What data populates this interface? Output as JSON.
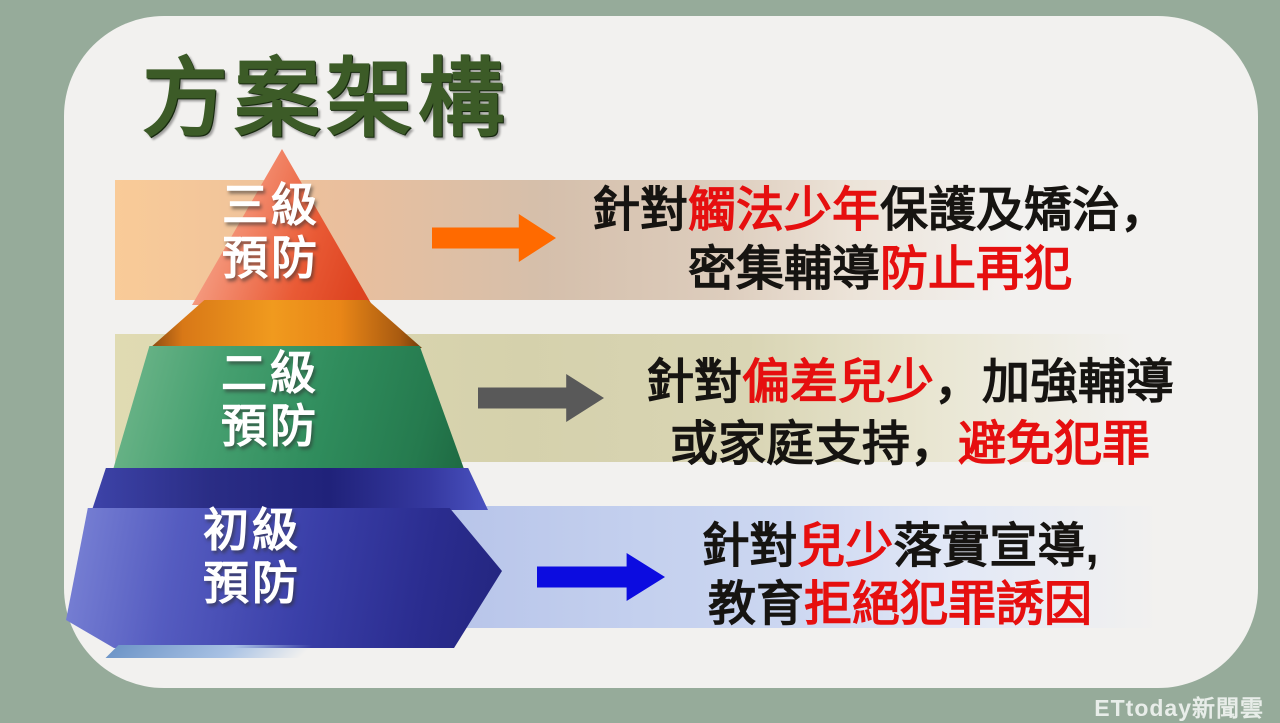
{
  "title": {
    "text": "方案架構",
    "color": "#3c5b27"
  },
  "watermark": {
    "text": "ETtoday新聞雲"
  },
  "colors": {
    "background": "#96ab9a",
    "card": "#f2f1ef",
    "highlight_text": "#e60f0f",
    "body_text": "#161411"
  },
  "pyramid": {
    "tiers": [
      {
        "name": "三級預防",
        "line1": "三級",
        "line2": "預防",
        "color": "#e95a35"
      },
      {
        "name": "二級預防",
        "line1": "二級",
        "line2": "預防",
        "color": "#2f8c5c"
      },
      {
        "name": "初級預防",
        "line1": "初級",
        "line2": "預防",
        "color": "#3a3fa8"
      }
    ]
  },
  "rows": [
    {
      "tier": "三級預防",
      "arrow_color": "#ff6a00",
      "band_color": "#f9cb98",
      "line1": [
        {
          "text": "針對"
        },
        {
          "text": "觸法少年",
          "red": true
        },
        {
          "text": "保護及矯治，"
        }
      ],
      "line2": [
        {
          "text": "密集輔導"
        },
        {
          "text": "防止再犯",
          "red": true
        }
      ]
    },
    {
      "tier": "二級預防",
      "arrow_color": "#595959",
      "band_color": "#e0dbb2",
      "line1": [
        {
          "text": "針對"
        },
        {
          "text": "偏差兒少",
          "red": true
        },
        {
          "text": "，加強輔導"
        }
      ],
      "line2": [
        {
          "text": "或家庭支持，"
        },
        {
          "text": "避免犯罪",
          "red": true
        }
      ]
    },
    {
      "tier": "初級預防",
      "arrow_color": "#0c0ce0",
      "band_color": "#b6c3e9",
      "line1": [
        {
          "text": "針對"
        },
        {
          "text": "兒少",
          "red": true
        },
        {
          "text": "落實宣導,"
        }
      ],
      "line2": [
        {
          "text": "教育"
        },
        {
          "text": "拒絕犯罪誘因",
          "red": true
        }
      ]
    }
  ]
}
